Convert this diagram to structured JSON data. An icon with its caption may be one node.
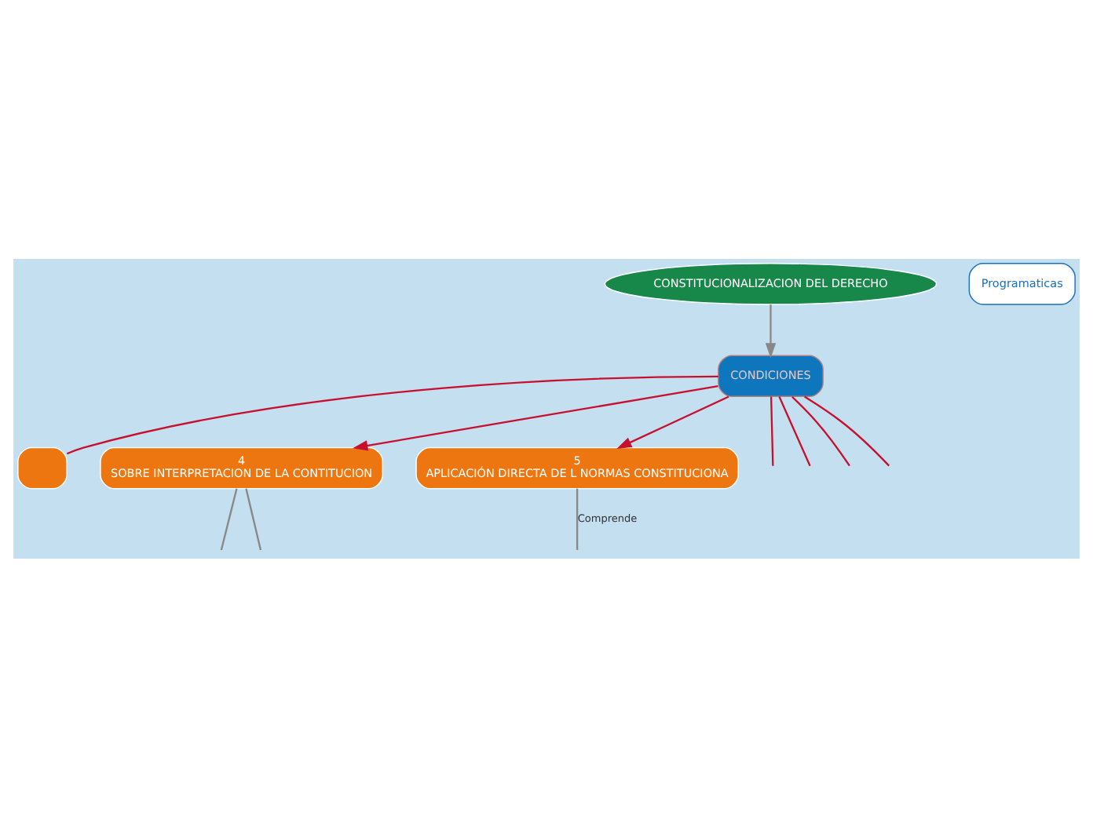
{
  "diagram": {
    "nodes": [
      {
        "text": [
          "CONSTITUCIONALIZACION DEL DERECHO"
        ]
      },
      {
        "text": [
          "CONDICIONES"
        ]
      },
      {
        "text": [],
        "shape": "box"
      },
      {
        "text": [
          "4",
          "SOBRE INTERPRETACION DE LA CONTITUCION"
        ]
      },
      {
        "text": [
          "5",
          "APLICACIÓN DIRECTA DE L NORMAS CONSTITUCIONA"
        ]
      },
      {
        "text": [
          "Programaticas"
        ]
      }
    ],
    "edges": [
      {
        "from": 0,
        "to": 1,
        "arrow": "to",
        "color": "#888888"
      },
      {
        "from": 1,
        "to": null,
        "arrow": "none"
      },
      {
        "from": 1,
        "to": null,
        "arrow": "none"
      },
      {
        "from": 1,
        "to": 2,
        "arrow": "none"
      },
      {
        "from": 1,
        "to": 3,
        "arrow": "to"
      },
      {
        "from": 1,
        "to": 4,
        "arrow": "to"
      },
      {
        "from": 1,
        "to": null,
        "arrow": "none"
      },
      {
        "from": 1,
        "to": null,
        "arrow": "none"
      },
      {
        "from": 3,
        "to": null,
        "arrow": "none",
        "color": "#888888"
      },
      {
        "from": 3,
        "to": null,
        "arrow": "none",
        "color": "#888888"
      },
      {
        "from": 4,
        "to": null,
        "arrow": "none",
        "label": "Comprende",
        "color": "#888888"
      }
    ]
  }
}
